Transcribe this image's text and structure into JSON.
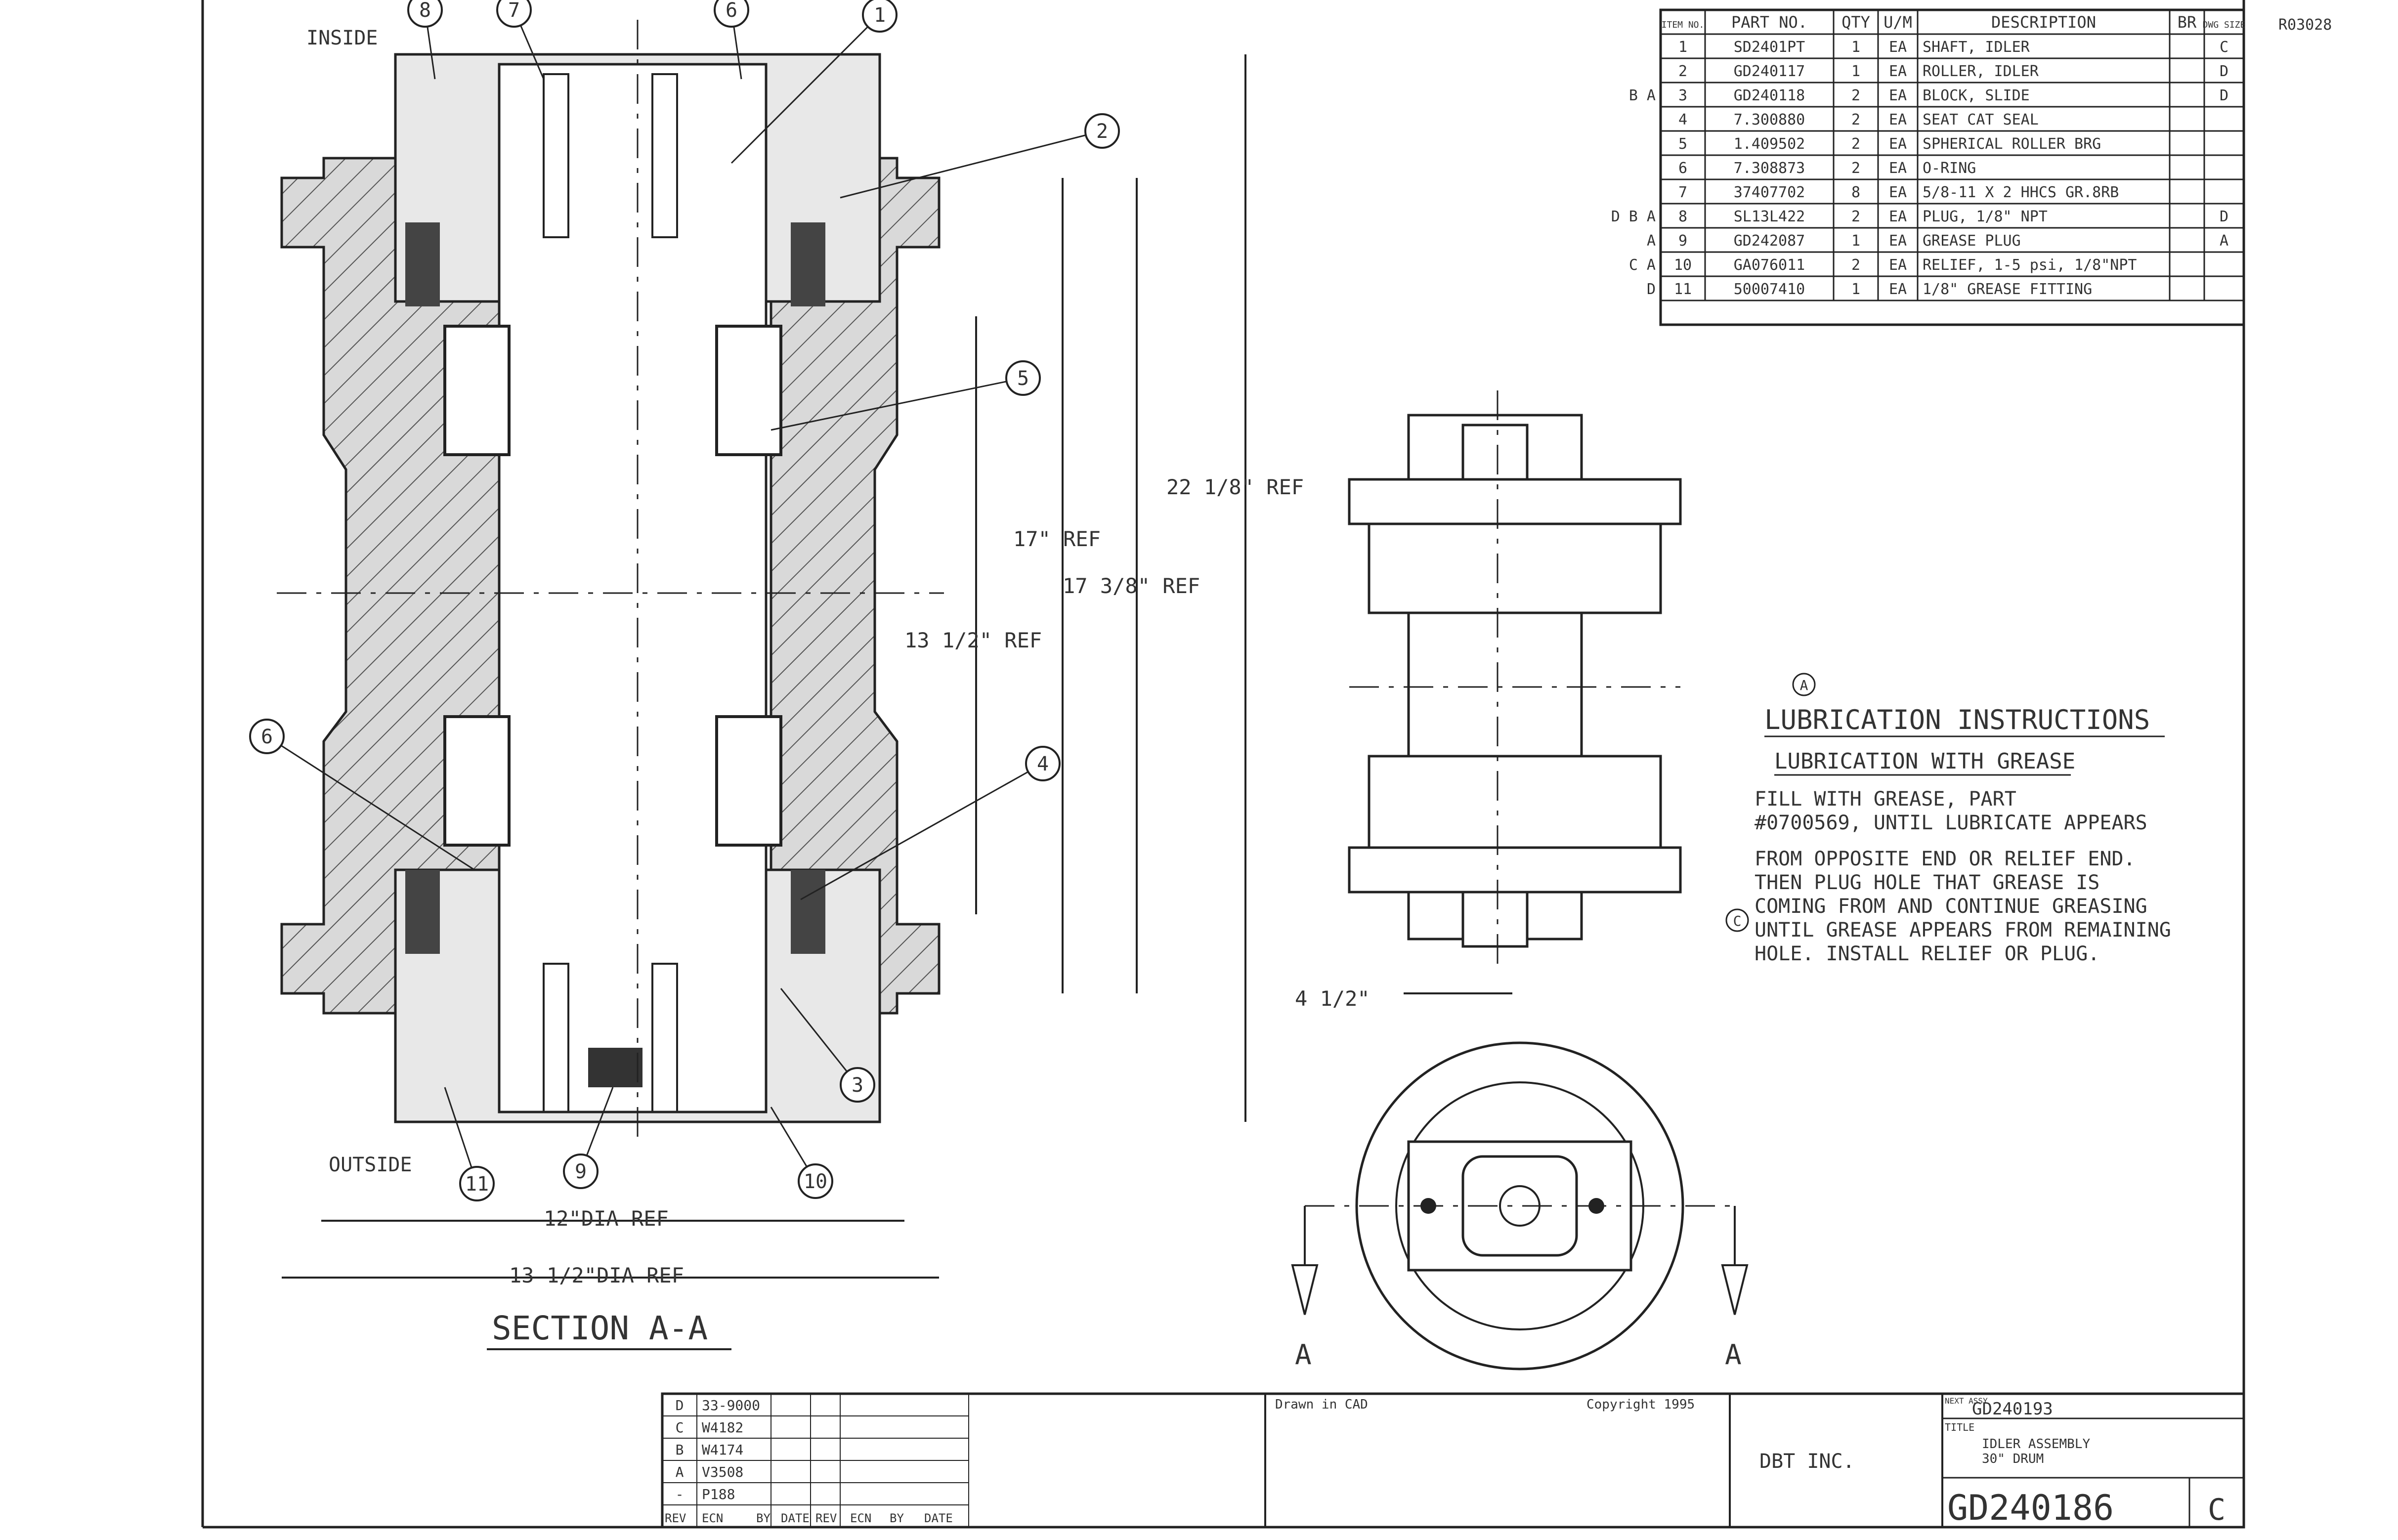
{
  "colors": {
    "ink": "#222222",
    "paper": "#ffffff",
    "hatch_fill": "#d9d9d9"
  },
  "labels": {
    "inside": "INSIDE",
    "outside": "OUTSIDE",
    "section": "SECTION A-A",
    "dim_22": "22 1/8\" REF",
    "dim_17": "17\" REF",
    "dim_17_38": "17 3/8\" REF",
    "dim_13_12": "13 1/2\" REF",
    "dim_12dia": "12\"DIA REF",
    "dim_13dia": "13 1/2\"DIA REF",
    "dim_4_12": "4 1/2\"",
    "view_a_left": "A",
    "view_a_right": "A",
    "corner_code": "R03028"
  },
  "balloons": [
    "8",
    "7",
    "6",
    "1",
    "2",
    "5",
    "6",
    "4",
    "3",
    "9",
    "10",
    "11"
  ],
  "bom": {
    "headers": [
      "ITEM NO.",
      "PART NO.",
      "QTY",
      "U/M",
      "DESCRIPTION",
      "BR",
      "DWG SIZE"
    ],
    "rows": [
      {
        "rev": "",
        "item": "1",
        "part": "SD2401PT",
        "qty": "1",
        "um": "EA",
        "desc": "SHAFT, IDLER",
        "br": "",
        "size": "C"
      },
      {
        "rev": "",
        "item": "2",
        "part": "GD240117",
        "qty": "1",
        "um": "EA",
        "desc": "ROLLER, IDLER",
        "br": "",
        "size": "D"
      },
      {
        "rev": "B A",
        "item": "3",
        "part": "GD240118",
        "qty": "2",
        "um": "EA",
        "desc": "BLOCK, SLIDE",
        "br": "",
        "size": "D"
      },
      {
        "rev": "",
        "item": "4",
        "part": "7.300880",
        "qty": "2",
        "um": "EA",
        "desc": "SEAT CAT SEAL",
        "br": "",
        "size": ""
      },
      {
        "rev": "",
        "item": "5",
        "part": "1.409502",
        "qty": "2",
        "um": "EA",
        "desc": "SPHERICAL ROLLER BRG",
        "br": "",
        "size": ""
      },
      {
        "rev": "",
        "item": "6",
        "part": "7.308873",
        "qty": "2",
        "um": "EA",
        "desc": "O-RING",
        "br": "",
        "size": ""
      },
      {
        "rev": "",
        "item": "7",
        "part": "37407702",
        "qty": "8",
        "um": "EA",
        "desc": "5/8-11 X 2 HHCS GR.8RB",
        "br": "",
        "size": ""
      },
      {
        "rev": "D B A",
        "item": "8",
        "part": "SL13L422",
        "qty": "2",
        "um": "EA",
        "desc": "PLUG, 1/8\" NPT",
        "br": "",
        "size": "D"
      },
      {
        "rev": "A",
        "item": "9",
        "part": "GD242087",
        "qty": "1",
        "um": "EA",
        "desc": "GREASE PLUG",
        "br": "",
        "size": "A"
      },
      {
        "rev": "C A",
        "item": "10",
        "part": "GA076011",
        "qty": "2",
        "um": "EA",
        "desc": "RELIEF, 1-5 psi, 1/8\"NPT",
        "br": "",
        "size": ""
      },
      {
        "rev": "D",
        "item": "11",
        "part": "50007410",
        "qty": "1",
        "um": "EA",
        "desc": "1/8\" GREASE FITTING",
        "br": "",
        "size": ""
      }
    ]
  },
  "lubrication": {
    "marker": "A",
    "title": "LUBRICATION INSTRUCTIONS",
    "subtitle": "LUBRICATION WITH GREASE",
    "lines": [
      "FILL WITH GREASE, PART",
      "#0700569, UNTIL LUBRICATE APPEARS",
      "FROM OPPOSITE END OR RELIEF END.",
      "THEN PLUG HOLE THAT GREASE IS",
      "COMING FROM AND CONTINUE GREASING",
      "UNTIL GREASE APPEARS FROM REMAINING",
      "HOLE.  INSTALL RELIEF OR PLUG."
    ],
    "c_marker": "C"
  },
  "title_block": {
    "revisions": [
      {
        "rev": "D",
        "ecn": "33-9000"
      },
      {
        "rev": "C",
        "ecn": "W4182"
      },
      {
        "rev": "B",
        "ecn": "W4174"
      },
      {
        "rev": "A",
        "ecn": "V3508"
      },
      {
        "rev": "-",
        "ecn": "P188"
      }
    ],
    "rev_headers": [
      "REV",
      "ECN",
      "BY",
      "DATE",
      "REV",
      "ECN",
      "BY",
      "DATE"
    ],
    "drawn": "Drawn in CAD",
    "copyright": "Copyright 1995",
    "next_assy_label": "NEXT ASSY",
    "next_assy": "GD240193",
    "title_label": "TITLE",
    "title": "IDLER ASSEMBLY",
    "title2": "30\" DRUM",
    "company": "DBT INC.",
    "drawing_no": "GD240186",
    "size": "C"
  }
}
